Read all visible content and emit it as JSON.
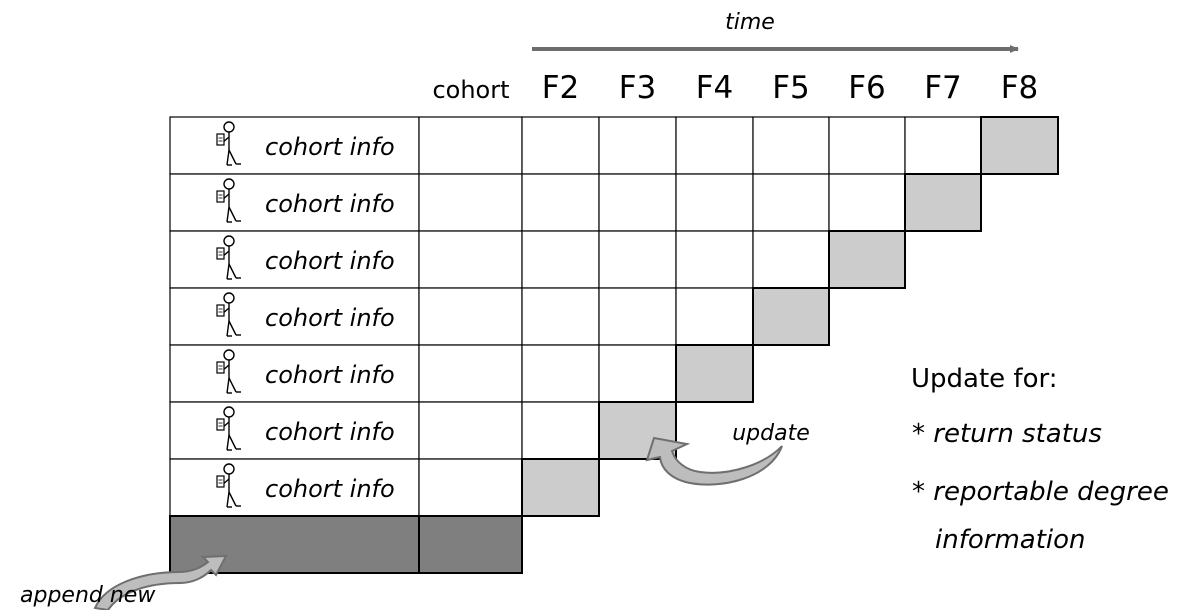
{
  "time_label": "time",
  "cohort_header": "cohort",
  "periods": [
    "F2",
    "F3",
    "F4",
    "F5",
    "F6",
    "F7",
    "F8"
  ],
  "rows": [
    {
      "info": "cohort info",
      "updated_period": "F8"
    },
    {
      "info": "cohort info",
      "updated_period": "F7"
    },
    {
      "info": "cohort info",
      "updated_period": "F6"
    },
    {
      "info": "cohort info",
      "updated_period": "F5"
    },
    {
      "info": "cohort info",
      "updated_period": "F4"
    },
    {
      "info": "cohort info",
      "updated_period": "F3"
    },
    {
      "info": "cohort info",
      "updated_period": "F2"
    }
  ],
  "new_row_label": "append new",
  "update_label": "update",
  "legend": {
    "title": "Update for:",
    "items": [
      "* return status",
      "* reportable degree",
      "information"
    ]
  },
  "colors": {
    "grid_line": "#000000",
    "updated_cell": "#cccccc",
    "appended_row": "#7f7f7f",
    "time_arrow": "#6d6d6d",
    "curved_arrow_fill": "#bdbdbd",
    "curved_arrow_stroke": "#6f6f6f"
  },
  "icons": {
    "person": "person-with-paper-icon"
  }
}
